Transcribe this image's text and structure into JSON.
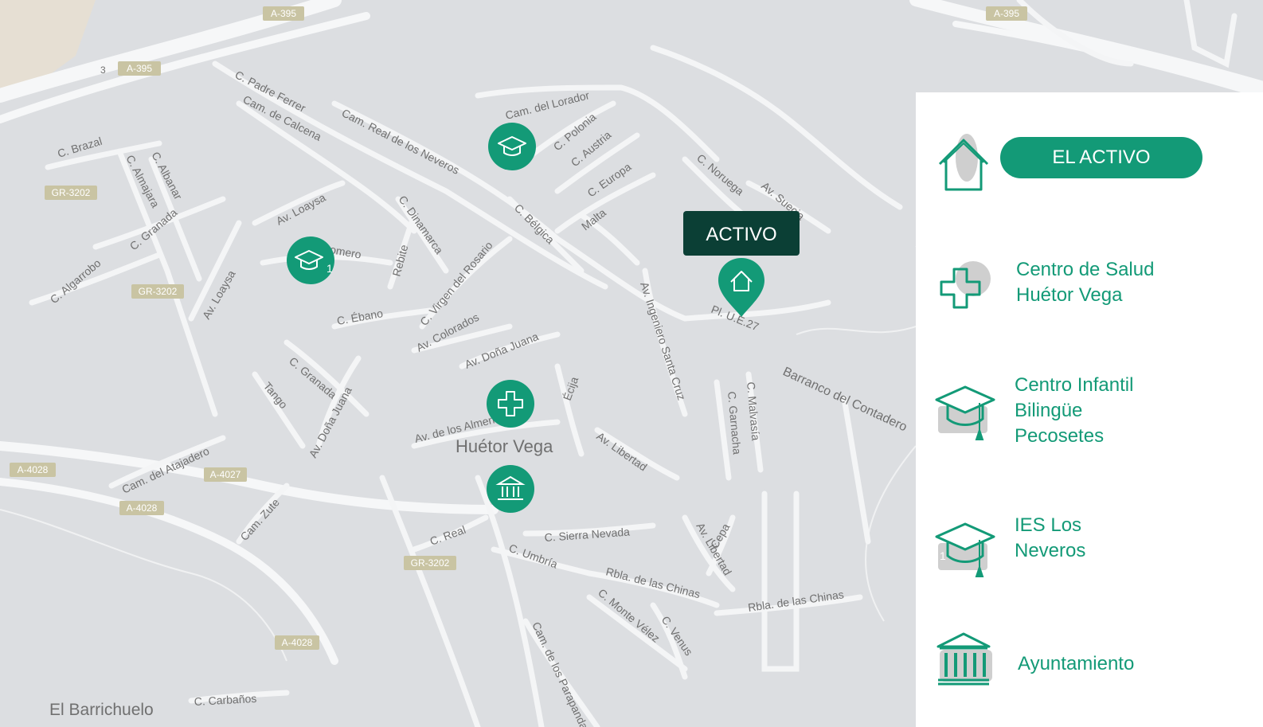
{
  "colors": {
    "accent": "#139a77",
    "tooltip": "#0b3f35",
    "map_bg": "#dcdee1",
    "road": "#f4f5f6",
    "map_text": "#707070",
    "road_badge": "#c9c4a3"
  },
  "road_badges": {
    "a395_top": "A-395",
    "a395_right": "A-395",
    "a395_left": "A-395",
    "badge_3": "3",
    "gr3202_a": "GR-3202",
    "gr3202_b": "GR-3202",
    "gr3202_c": "GR-3202",
    "a4028_a": "A-4028",
    "a4027": "A-4027",
    "a4028_b": "A-4028",
    "a4028_c": "A-4028"
  },
  "streets": {
    "padre_ferrer": "C. Padre Ferrer",
    "calcena": "Cam. de Calcena",
    "real_neveros": "Cam. Real de los Neveros",
    "lorador": "Cam. del Lorador",
    "polonia": "C. Polonia",
    "austria": "C. Austria",
    "europa": "C. Europa",
    "noruega": "C. Noruega",
    "suecia": "Av. Suecia",
    "brazal": "C. Brazal",
    "almajara": "C. Almajara",
    "albanar": "C. Albanar",
    "granada_1": "C. Granada",
    "loaysa_1": "Av. Loaysa",
    "romero": "C. Romero",
    "dinamarca": "C. Dinamarca",
    "belgica": "C. Bélgica",
    "malta": "Malta",
    "algarrobo": "C. Algarrobo",
    "loaysa_2": "Av. Loaysa",
    "rebite": "Rebite",
    "virgen_rosario": "C. Virgen del Rosario",
    "ebano": "C. Ébano",
    "colorados": "Av. Colorados",
    "dona_juana_1": "Av. Doña Juana",
    "ingeniero": "Av. Ingeniero Santa Cruz",
    "pl_ue": "Pl. U.E.27",
    "granada_2": "C. Granada",
    "tango": "Tango",
    "dona_juana_2": "Av. Doña Juana",
    "almendros": "Av. de los Almendros",
    "ecija": "Écija",
    "libertad_1": "Av. Libertad",
    "garnacha": "C. Garnacha",
    "malvasia": "C. Malvasía",
    "barranco": "Barranco del Contadero",
    "atajadero": "Cam. del Atajadero",
    "zute": "Cam. Zute",
    "real": "C. Real",
    "sierra_nevada": "C. Sierra Nevada",
    "umbria": "C. Umbría",
    "chinas_1": "Rbla. de las Chinas",
    "libertad_2": "Av. Libertad",
    "cepa": "Cepa",
    "chinas_2": "Rbla. de las Chinas",
    "monte_velez": "C. Monte Vélez",
    "venus": "C. Venus",
    "parapanda": "Cam. de los Parapanda",
    "carbanos": "C. Carbaños"
  },
  "places": {
    "town": "Huétor Vega",
    "barrichuelo": "El Barrichuelo"
  },
  "markers": {
    "tooltip": "ACTIVO",
    "school_badge": "1"
  },
  "legend": {
    "activo_label": "EL ACTIVO",
    "salud": [
      "Centro de Salud",
      "Huétor Vega"
    ],
    "infantil": [
      "Centro Infantil",
      "Bilingüe",
      "Pecosetes"
    ],
    "ies": [
      "IES Los",
      "Neveros"
    ],
    "ayuntamiento": "Ayuntamiento",
    "ies_badge": "1"
  },
  "icons": {
    "activo": "house-icon",
    "salud": "medical-cross-icon",
    "infantil": "graduation-cap-icon",
    "ies": "graduation-cap-icon",
    "ayuntamiento": "town-hall-icon"
  }
}
